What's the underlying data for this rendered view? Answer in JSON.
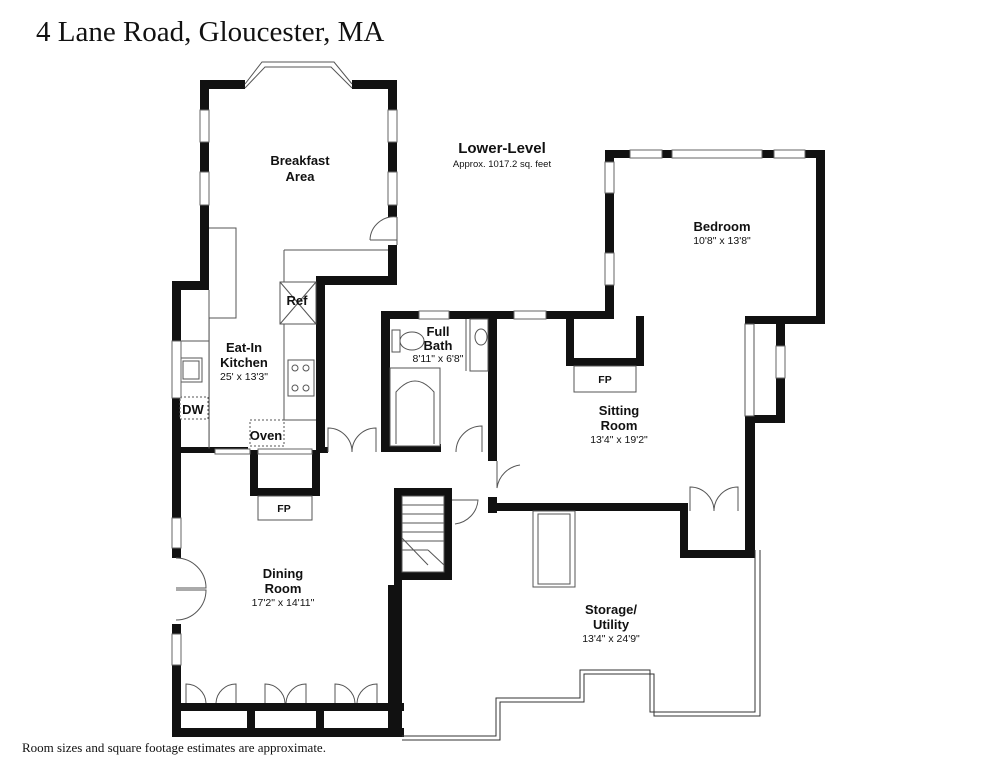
{
  "title": "4 Lane Road, Gloucester, MA",
  "level": {
    "name": "Lower-Level",
    "area": "Approx. 1017.2 sq. feet"
  },
  "rooms": {
    "breakfast": {
      "name_line1": "Breakfast",
      "name_line2": "Area"
    },
    "kitchen": {
      "name_line1": "Eat-In",
      "name_line2": "Kitchen",
      "dims": "25' x 13'3\""
    },
    "bath": {
      "name_line1": "Full",
      "name_line2": "Bath",
      "dims": "8'11\" x 6'8\""
    },
    "bedroom": {
      "name": "Bedroom",
      "dims": "10'8\" x 13'8\""
    },
    "sitting": {
      "name_line1": "Sitting",
      "name_line2": "Room",
      "dims": "13'4\" x 19'2\""
    },
    "dining": {
      "name_line1": "Dining",
      "name_line2": "Room",
      "dims": "17'2\" x 14'11\""
    },
    "storage": {
      "name_line1": "Storage/",
      "name_line2": "Utility",
      "dims": "13'4\" x 24'9\""
    }
  },
  "fixtures": {
    "ref": "Ref",
    "dw": "DW",
    "oven": "Oven",
    "fp_dining": "FP",
    "fp_sitting": "FP"
  },
  "footer": "Room sizes and square footage estimates are approximate."
}
